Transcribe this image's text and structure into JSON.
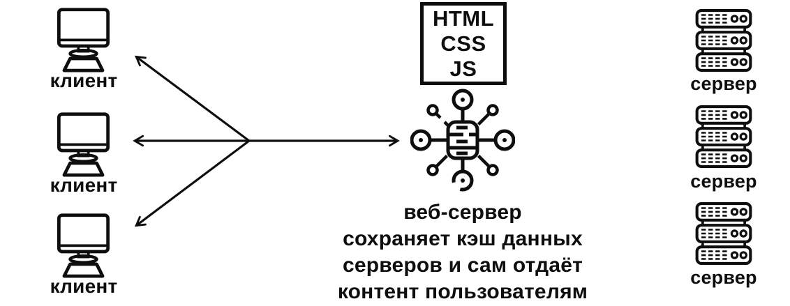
{
  "colors": {
    "background": "#ffffff",
    "ink": "#0e0e0e"
  },
  "clients": {
    "items": [
      {
        "label": "клиент"
      },
      {
        "label": "клиент"
      },
      {
        "label": "клиент"
      }
    ]
  },
  "tech_box": {
    "lines": [
      "HTML",
      "CSS",
      "JS"
    ]
  },
  "web_server": {
    "caption": [
      "веб-сервер",
      "сохраняет кэш данных",
      "серверов и сам отдаёт",
      "контент пользователям"
    ]
  },
  "servers": {
    "items": [
      {
        "label": "сервер"
      },
      {
        "label": "сервер"
      },
      {
        "label": "сервер"
      }
    ]
  },
  "icons": {
    "client": "desktop-computer-icon",
    "web_server": "network-hub-icon",
    "server": "server-rack-icon",
    "arrows": "fan-arrows"
  }
}
